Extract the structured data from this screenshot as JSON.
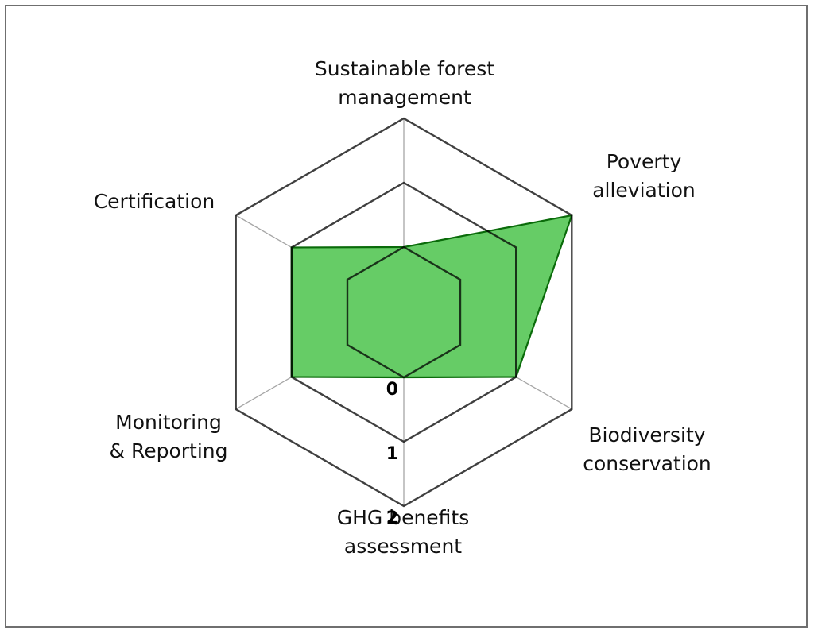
{
  "chart_data": {
    "type": "radar",
    "title": "",
    "categories": [
      [
        "Sustainable forest",
        "management"
      ],
      [
        "Poverty",
        "alleviation"
      ],
      [
        "Biodiversity",
        "conservation"
      ],
      [
        "GHG benefits",
        "assessment"
      ],
      [
        "Monitoring",
        "& Reporting"
      ],
      [
        "Certification"
      ]
    ],
    "series": [
      {
        "values": [
          0,
          2,
          1,
          0,
          1,
          1
        ]
      }
    ],
    "tick_labels": [
      "0",
      "1",
      "2"
    ],
    "rlim": [
      0,
      2
    ],
    "grid": true,
    "colors": {
      "fill": "#66cc66",
      "fill_stroke": "#0a6b0a",
      "grid_ring": "#000000",
      "spoke": "#a6a6a6"
    }
  }
}
